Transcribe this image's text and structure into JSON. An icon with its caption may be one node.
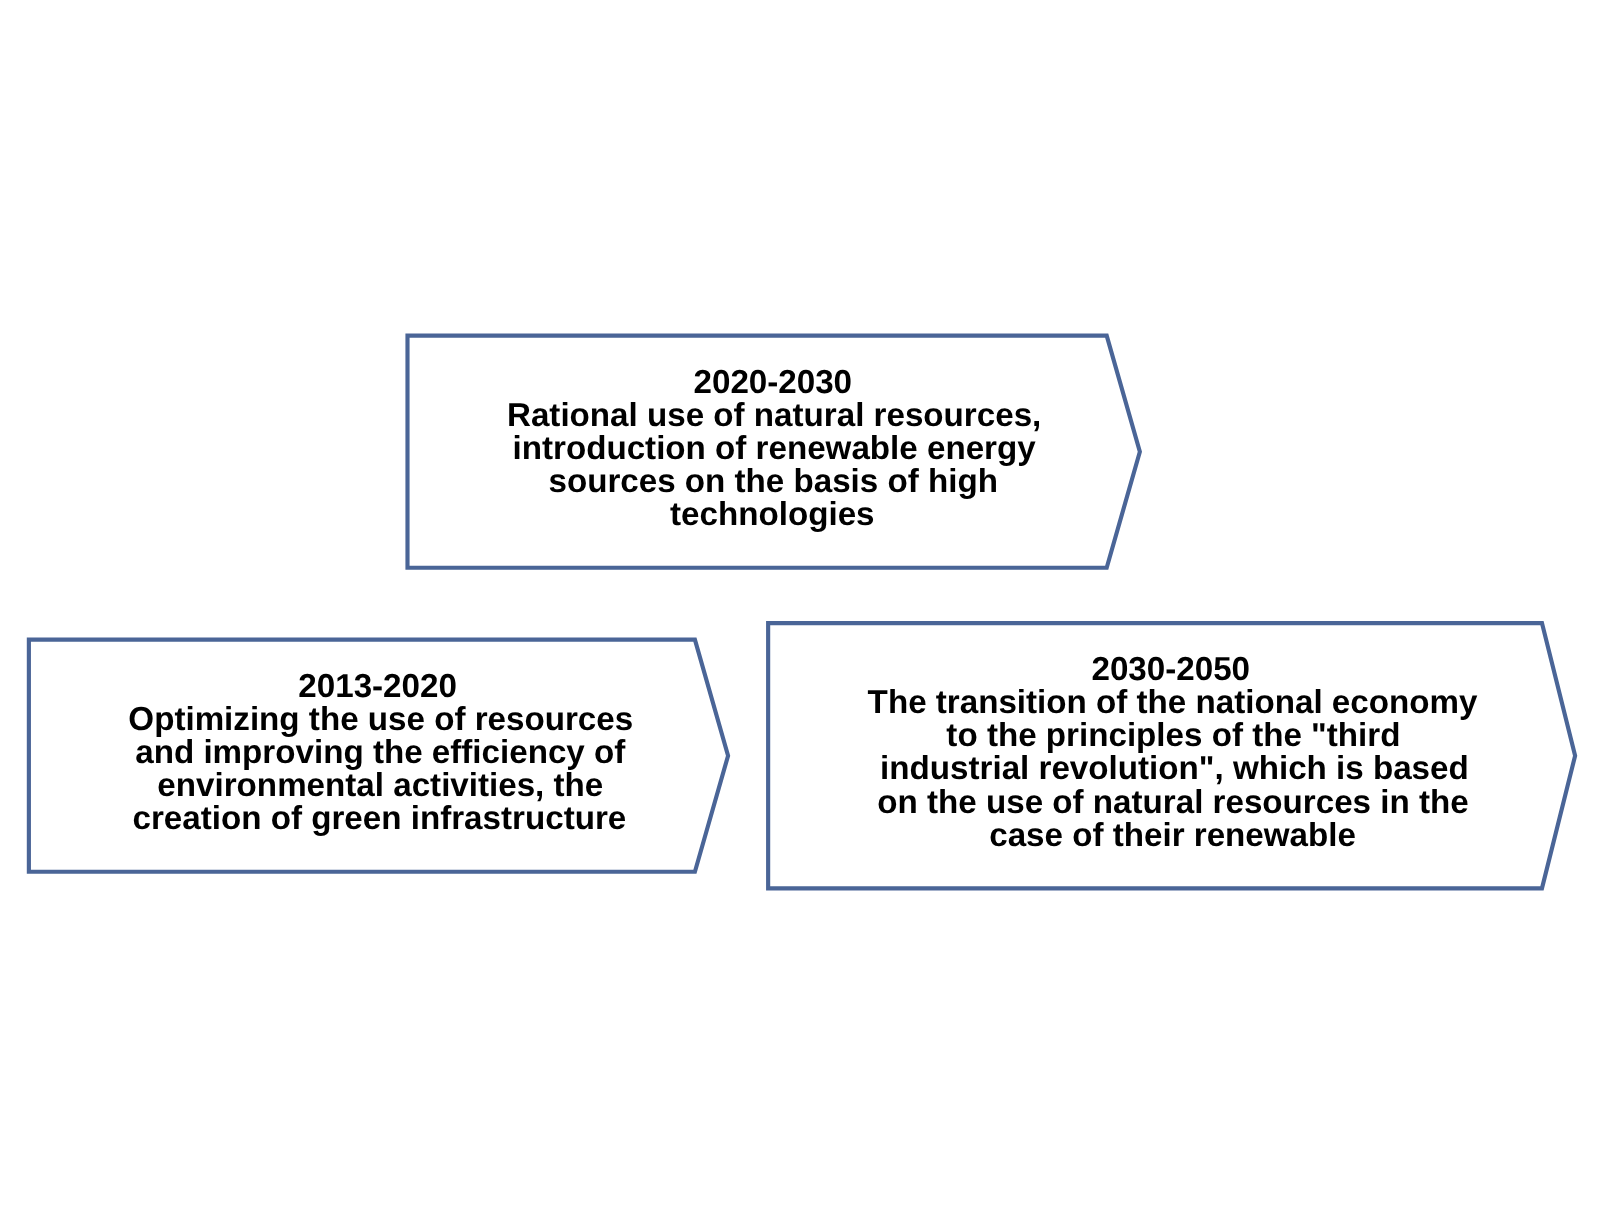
{
  "diagram": {
    "nodes": [
      {
        "text": [
          "2020-2030",
          "Rational use of natural resources, introduction of renewable energy sources on the basis of high technologies"
        ]
      },
      {
        "text": [
          "2013-2020",
          "Optimizing the use of resources and improving the efficiency of environmental activities, the creation of green infrastructure"
        ]
      },
      {
        "text": [
          "2030-2050",
          "The transition of the national economy to the principles of the \"third industrial revolution\", which is based on the use of natural resources in the case of their renewable"
        ]
      }
    ],
    "edges": []
  }
}
